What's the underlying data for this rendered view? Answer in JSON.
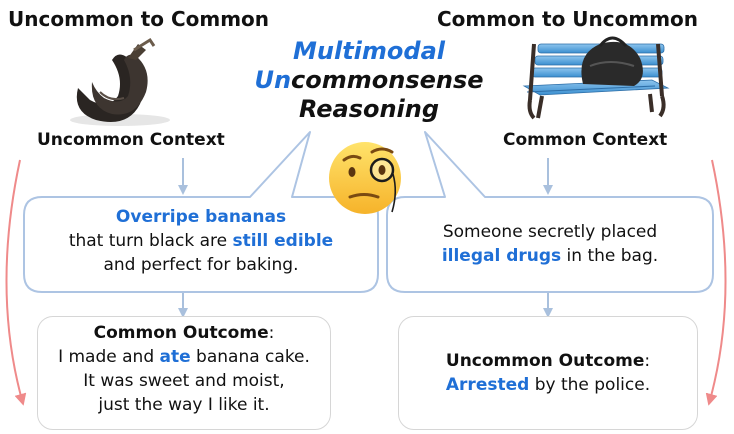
{
  "headers": {
    "left": "Uncommon to Common",
    "right": "Common to Uncommon"
  },
  "title": {
    "line1": "Multimodal",
    "line2_highlight": "Un",
    "line2_rest": "commonsense",
    "line3": "Reasoning"
  },
  "left": {
    "image": "blackened-bananas-image",
    "context_label": "Uncommon Context",
    "reasoning": {
      "highlight1": "Overripe bananas",
      "text1": "that turn black are ",
      "highlight2": "still edible",
      "text2": "and perfect for baking."
    },
    "outcome": {
      "title": "Common Outcome",
      "colon": ":",
      "text1": "I made and ",
      "highlight": "ate",
      "text2": " banana cake.",
      "line2": "It was sweet and moist,",
      "line3": "just the way I like it."
    }
  },
  "right": {
    "image": "bag-on-bench-image",
    "context_label": "Common Context",
    "reasoning": {
      "text1": "Someone secretly placed",
      "highlight": "illegal drugs",
      "text2": " in the bag."
    },
    "outcome": {
      "title": "Uncommon Outcome",
      "colon": ":",
      "highlight": "Arrested",
      "text": " by the police."
    }
  },
  "emoji": "face-with-monocle-icon",
  "colors": {
    "blue_text": "#1f6fd6",
    "bubble_border": "#adc4e3",
    "arrow_blue": "#a9c0dd",
    "arrow_red": "#ef8a8a",
    "box_border": "#d6d6d6"
  }
}
